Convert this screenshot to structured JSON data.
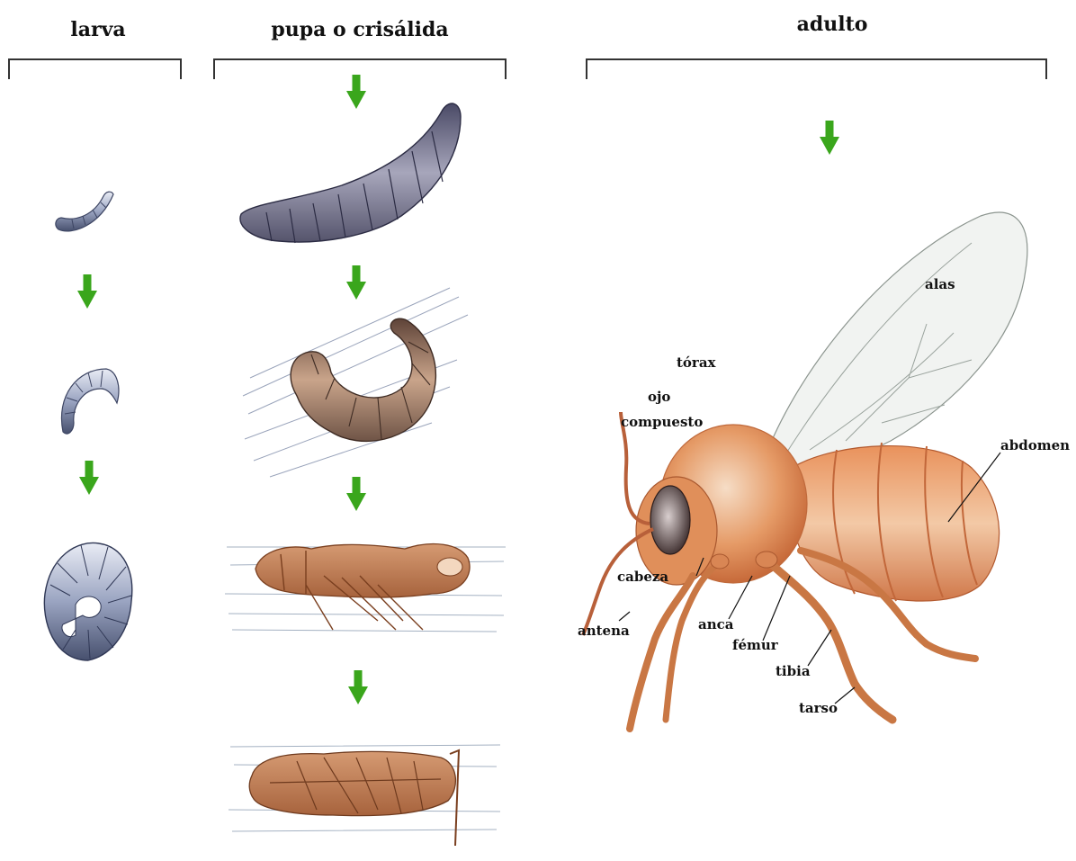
{
  "stages": {
    "larva": "larva",
    "pupa": "pupa o crisálida",
    "adult": "adulto"
  },
  "parts": {
    "alas": "alas",
    "torax": "tórax",
    "ojo_1": "ojo",
    "ojo_2": "compuesto",
    "abdomen": "abdomen",
    "cabeza": "cabeza",
    "antena": "antena",
    "anca": "anca",
    "femur": "fémur",
    "tibia": "tibia",
    "tarso": "tarso"
  },
  "colors": {
    "arrow": "#3aa61c",
    "bracket": "#333333",
    "larva": "#7e8aa8",
    "pupa_dark": "#6b6d86",
    "pupa_brown": "#9a7258",
    "pupa_orange": "#c9835a",
    "bee_body": "#df8f5a",
    "bee_dark": "#b8603a",
    "wing": "#eef0ee"
  }
}
